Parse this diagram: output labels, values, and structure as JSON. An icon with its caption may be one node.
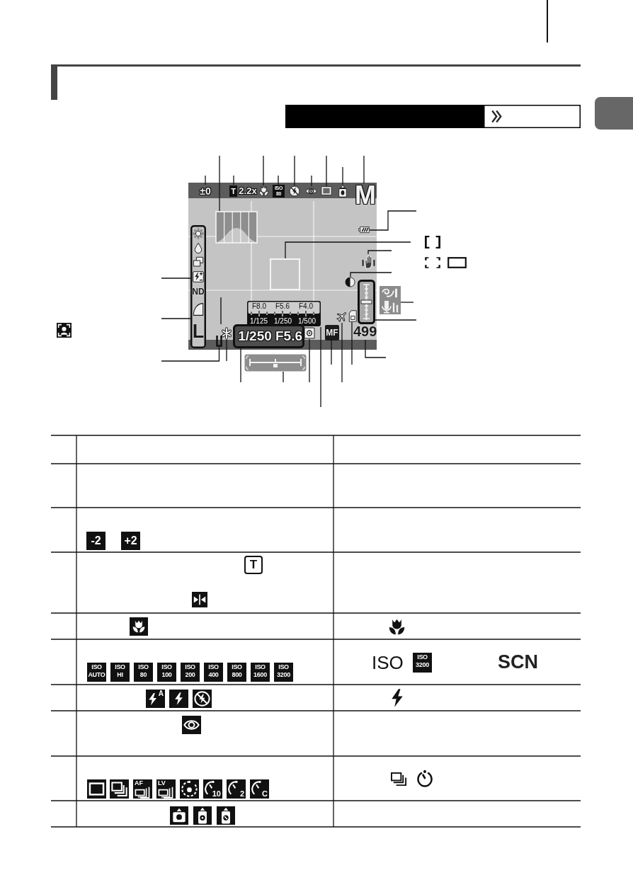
{
  "diagram": {
    "nodes": [
      {
        "text": [],
        "shape": "picture"
      },
      {
        "text": [
          "±0"
        ],
        "in": 0
      },
      {
        "text": [],
        "shape": "picture",
        "in": 0
      },
      {
        "text": [
          "T",
          "2.2x"
        ],
        "in": 0
      },
      {
        "text": [],
        "shape": "picture",
        "in": 0
      },
      {
        "text": [
          "ISO 80"
        ],
        "in": 0
      },
      {
        "text": [],
        "shape": "picture",
        "in": 0
      },
      {
        "text": [],
        "shape": "picture",
        "in": 0
      },
      {
        "text": [],
        "shape": "picture",
        "in": 0
      },
      {
        "text": [],
        "shape": "picture",
        "in": 0
      },
      {
        "text": [
          "M"
        ],
        "in": 0
      },
      {
        "text": [],
        "shape": "picture",
        "in": 0
      },
      {
        "text": [
          "ND",
          "L"
        ],
        "in": 0
      },
      {
        "text": [],
        "shape": "box",
        "in": 0
      },
      {
        "text": [],
        "shape": "picture",
        "in": 0
      },
      {
        "text": [],
        "shape": "picture",
        "in": 0
      },
      {
        "text": [],
        "shape": "bar",
        "in": 0
      },
      {
        "text": [],
        "shape": "picture"
      },
      {
        "text": [
          "F8.0",
          "F5.6",
          "F4.0",
          "1/125",
          "1/250",
          "1/500"
        ],
        "in": 0
      },
      {
        "text": [],
        "shape": "picture",
        "in": 0
      },
      {
        "text": [],
        "shape": "picture",
        "in": 0
      },
      {
        "text": [],
        "shape": "picture",
        "in": 0
      },
      {
        "text": [
          "1/250",
          "F5.6"
        ],
        "in": 0
      },
      {
        "text": [],
        "shape": "picture",
        "in": 0
      },
      {
        "text": [
          "MF"
        ],
        "in": 0
      },
      {
        "text": [
          "499"
        ],
        "in": 0
      },
      {
        "text": [],
        "shape": "picture",
        "in": 0
      },
      {
        "text": [],
        "shape": "bar"
      }
    ],
    "edges": [
      {
        "from": null,
        "to": 1,
        "arrow": "none"
      },
      {
        "from": null,
        "to": 2,
        "arrow": "none"
      },
      {
        "from": null,
        "to": 3,
        "arrow": "none"
      },
      {
        "from": null,
        "to": 4,
        "arrow": "none"
      },
      {
        "from": null,
        "to": 5,
        "arrow": "none"
      },
      {
        "from": null,
        "to": 6,
        "arrow": "none"
      },
      {
        "from": null,
        "to": 7,
        "arrow": "none"
      },
      {
        "from": null,
        "to": 8,
        "arrow": "none"
      },
      {
        "from": null,
        "to": 9,
        "arrow": "none"
      },
      {
        "from": null,
        "to": 10,
        "arrow": "none"
      },
      {
        "from": null,
        "to": 11,
        "arrow": "none"
      },
      {
        "from": null,
        "to": 13,
        "arrow": "none"
      },
      {
        "from": null,
        "to": 14,
        "arrow": "none"
      },
      {
        "from": null,
        "to": 15,
        "arrow": "none"
      },
      {
        "from": null,
        "to": 17,
        "arrow": "none"
      },
      {
        "from": null,
        "to": 16,
        "arrow": "none"
      },
      {
        "from": null,
        "to": 25,
        "arrow": "none"
      },
      {
        "from": null,
        "to": 12,
        "arrow": "none"
      },
      {
        "from": null,
        "to": 12,
        "arrow": "none"
      },
      {
        "from": null,
        "to": 26,
        "arrow": "none"
      },
      {
        "from": null,
        "to": 21,
        "arrow": "none"
      },
      {
        "from": null,
        "to": 22,
        "arrow": "none"
      },
      {
        "from": null,
        "to": 27,
        "arrow": "none"
      },
      {
        "from": null,
        "to": 23,
        "arrow": "none"
      },
      {
        "from": null,
        "to": 18,
        "arrow": "none"
      },
      {
        "from": null,
        "to": 24,
        "arrow": "none"
      },
      {
        "from": null,
        "to": 19,
        "arrow": "none"
      },
      {
        "from": null,
        "to": 20,
        "arrow": "none"
      }
    ],
    "labels": [
      "-2",
      "+2",
      "T",
      "ISO AUTO",
      "ISO HI",
      "ISO 80",
      "ISO 100",
      "ISO 200",
      "ISO 400",
      "ISO 800",
      "ISO 1600",
      "ISO 3200",
      "ISO",
      "ISO 3200",
      "SCN",
      "A",
      "AF",
      "LV",
      "10",
      "2",
      "C"
    ]
  }
}
